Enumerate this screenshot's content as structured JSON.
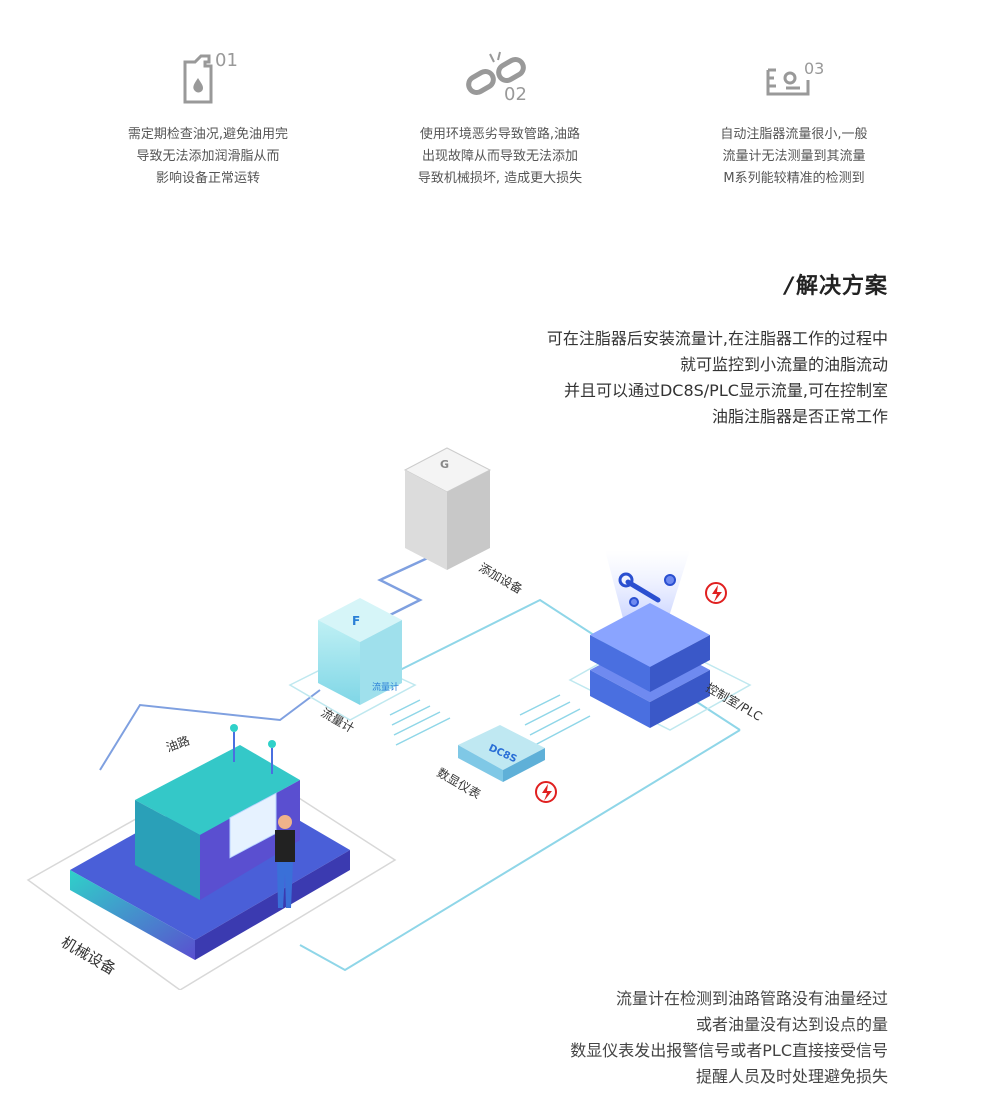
{
  "problems": [
    {
      "number": "01",
      "icon": "oil-can-icon",
      "text": "需定期检查油况,避免油用完\n导致无法添加润滑脂从而\n影响设备正常运转"
    },
    {
      "number": "02",
      "icon": "broken-chain-icon",
      "text": "使用环境恶劣导致管路,油路\n出现故障从而导致无法添加\n导致机械损坏, 造成更大损失"
    },
    {
      "number": "03",
      "icon": "low-flow-icon",
      "text": "自动注脂器流量很小,一般\n流量计无法测量到其流量\nM系列能较精准的检测到"
    }
  ],
  "solution": {
    "title": "解决方案",
    "text": "可在注脂器后安装流量计,在注脂器工作的过程中\n就可监控到小流量的油脂流动\n并且可以通过DC8S/PLC显示流量,可在控制室\n油脂注脂器是否正常工作"
  },
  "diagram": {
    "labels": {
      "grease_device": "添加设备",
      "flowmeter": "流量计",
      "flowmeter_face": "流量计",
      "display": "数显仪表",
      "control": "控制室/PLC",
      "oil_path": "油路",
      "machine": "机械设备",
      "cube_g": "G",
      "cube_f": "F",
      "dc8s": "DC8S"
    },
    "colors": {
      "line_blue": "#7fa0e0",
      "line_cyan": "#8fd6e8",
      "machine_purple": "#5a4fd0",
      "server_blue": "#4a6fe0",
      "alert_red": "#e02020"
    }
  },
  "bottom": {
    "text": "流量计在检测到油路管路没有油量经过\n或者油量没有达到设点的量\n数显仪表发出报警信号或者PLC直接接受信号\n提醒人员及时处理避免损失"
  }
}
